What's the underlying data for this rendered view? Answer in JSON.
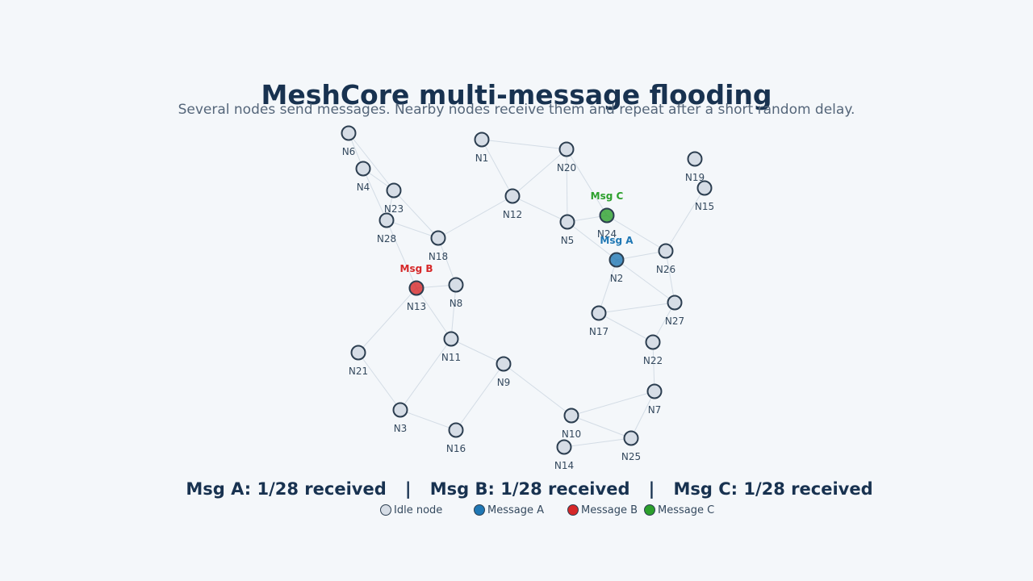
{
  "title": "MeshCore multi-message flooding",
  "subtitle": "Several nodes send messages. Nearby nodes receive them and repeat after a short random delay.",
  "colors": {
    "background": "#f4f7fa",
    "idle": "#d6dde6",
    "msg_a": "#1f77b4",
    "msg_b": "#d62728",
    "msg_c": "#2ca02c",
    "node_stroke": "#2c3e50",
    "edge": "#d3dce5"
  },
  "nodes": [
    {
      "id": "N1",
      "state": "idle"
    },
    {
      "id": "N2",
      "state": "a"
    },
    {
      "id": "N3",
      "state": "idle"
    },
    {
      "id": "N4",
      "state": "idle"
    },
    {
      "id": "N5",
      "state": "idle"
    },
    {
      "id": "N6",
      "state": "idle"
    },
    {
      "id": "N7",
      "state": "idle"
    },
    {
      "id": "N8",
      "state": "idle"
    },
    {
      "id": "N9",
      "state": "idle"
    },
    {
      "id": "N10",
      "state": "idle"
    },
    {
      "id": "N11",
      "state": "idle"
    },
    {
      "id": "N12",
      "state": "idle"
    },
    {
      "id": "N13",
      "state": "b"
    },
    {
      "id": "N14",
      "state": "idle"
    },
    {
      "id": "N15",
      "state": "idle"
    },
    {
      "id": "N16",
      "state": "idle"
    },
    {
      "id": "N17",
      "state": "idle"
    },
    {
      "id": "N18",
      "state": "idle"
    },
    {
      "id": "N19",
      "state": "idle"
    },
    {
      "id": "N20",
      "state": "idle"
    },
    {
      "id": "N21",
      "state": "idle"
    },
    {
      "id": "N22",
      "state": "idle"
    },
    {
      "id": "N23",
      "state": "idle"
    },
    {
      "id": "N24",
      "state": "c"
    },
    {
      "id": "N25",
      "state": "idle"
    },
    {
      "id": "N26",
      "state": "idle"
    },
    {
      "id": "N27",
      "state": "idle"
    },
    {
      "id": "N28",
      "state": "idle"
    }
  ],
  "edges": [
    [
      "N6",
      "N4"
    ],
    [
      "N6",
      "N23"
    ],
    [
      "N4",
      "N23"
    ],
    [
      "N4",
      "N28"
    ],
    [
      "N23",
      "N18"
    ],
    [
      "N23",
      "N28"
    ],
    [
      "N28",
      "N18"
    ],
    [
      "N28",
      "N13"
    ],
    [
      "N18",
      "N12"
    ],
    [
      "N18",
      "N8"
    ],
    [
      "N13",
      "N8"
    ],
    [
      "N13",
      "N11"
    ],
    [
      "N13",
      "N21"
    ],
    [
      "N8",
      "N11"
    ],
    [
      "N11",
      "N9"
    ],
    [
      "N11",
      "N3"
    ],
    [
      "N21",
      "N3"
    ],
    [
      "N3",
      "N16"
    ],
    [
      "N16",
      "N9"
    ],
    [
      "N9",
      "N10"
    ],
    [
      "N10",
      "N7"
    ],
    [
      "N10",
      "N25"
    ],
    [
      "N14",
      "N25"
    ],
    [
      "N25",
      "N7"
    ],
    [
      "N7",
      "N22"
    ],
    [
      "N22",
      "N17"
    ],
    [
      "N22",
      "N27"
    ],
    [
      "N17",
      "N27"
    ],
    [
      "N17",
      "N2"
    ],
    [
      "N2",
      "N27"
    ],
    [
      "N2",
      "N26"
    ],
    [
      "N2",
      "N5"
    ],
    [
      "N26",
      "N27"
    ],
    [
      "N26",
      "N24"
    ],
    [
      "N26",
      "N15"
    ],
    [
      "N24",
      "N5"
    ],
    [
      "N24",
      "N20"
    ],
    [
      "N5",
      "N20"
    ],
    [
      "N5",
      "N12"
    ],
    [
      "N12",
      "N1"
    ],
    [
      "N12",
      "N20"
    ],
    [
      "N1",
      "N20"
    ]
  ],
  "message_labels": [
    {
      "node": "N2",
      "text": "Msg A",
      "color": "#1f77b4"
    },
    {
      "node": "N13",
      "text": "Msg B",
      "color": "#d62728"
    },
    {
      "node": "N24",
      "text": "Msg C",
      "color": "#2ca02c"
    }
  ],
  "status": {
    "msg_a": "Msg A: 1/28 received",
    "msg_b": "Msg B: 1/28 received",
    "msg_c": "Msg C: 1/28 received",
    "separator": "|"
  },
  "legend": [
    {
      "label": "Idle node",
      "color": "#d6dde6"
    },
    {
      "label": "Message A",
      "color": "#1f77b4"
    },
    {
      "label": "Message B",
      "color": "#d62728"
    },
    {
      "label": "Message C",
      "color": "#2ca02c"
    }
  ]
}
